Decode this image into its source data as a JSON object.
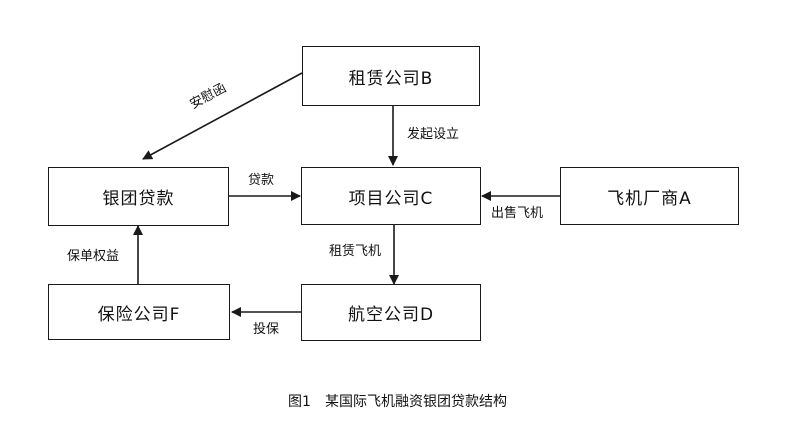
{
  "nodes": {
    "lessor_b": "租赁公司B",
    "project_c": "项目公司C",
    "bank_loan": "银团贷款",
    "manufacturer_a": "飞机厂商A",
    "airline_d": "航空公司D",
    "insurer_f": "保险公司F"
  },
  "edges": {
    "comfort_letter": "安慰函",
    "initiate_setup": "发起设立",
    "loan": "贷款",
    "sell_aircraft": "出售飞机",
    "lease_aircraft": "租赁飞机",
    "assign_insurance_rights": "保单权益",
    "insure": "投保"
  },
  "caption": "图1　某国际飞机融资银团贷款结构",
  "colors": {
    "line": "#1a1a1a",
    "text": "#111111",
    "background": "#ffffff"
  }
}
